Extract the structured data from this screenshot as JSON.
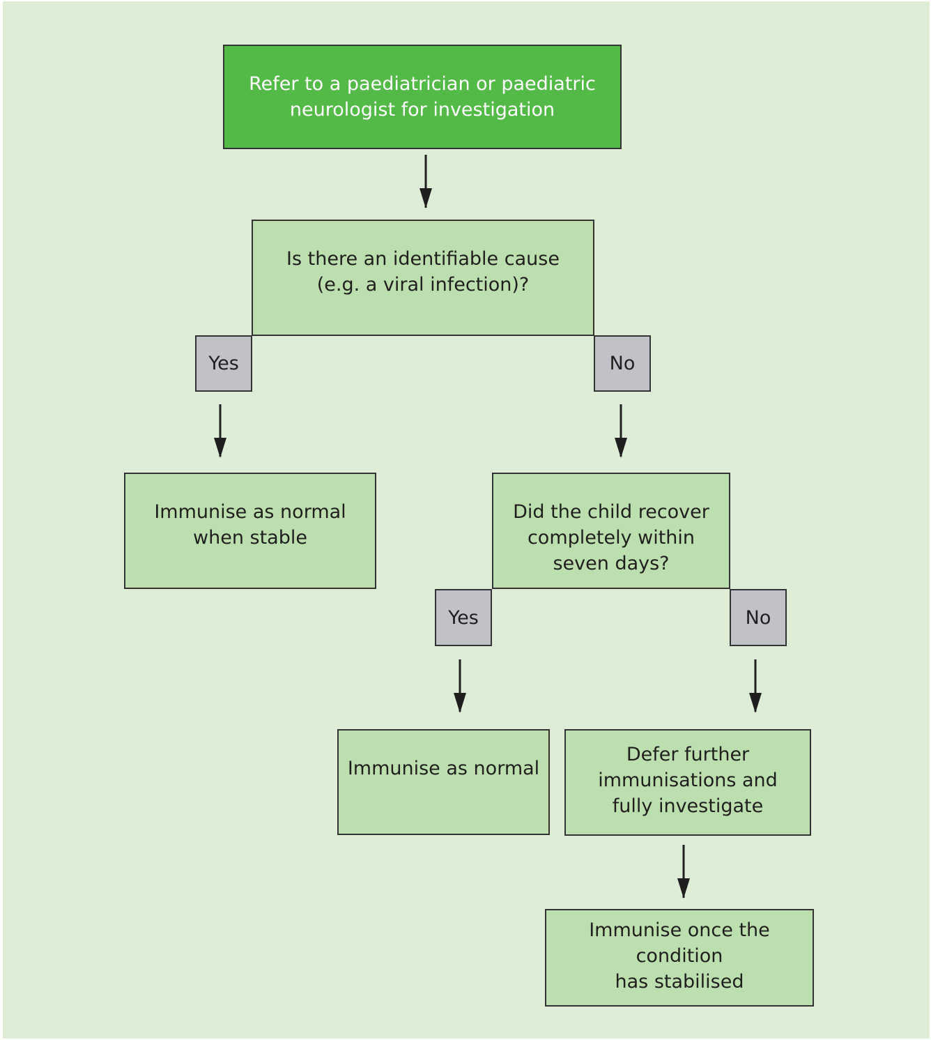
{
  "colors": {
    "background": "#deeed6",
    "start_box": "#53b947",
    "decision_box": "#bddeae",
    "answer_box": "#c1c2c8",
    "border": "#333333"
  },
  "nodes": {
    "refer": "Refer to a paediatrician or paediatric\nneurologist for investigation",
    "cause_question": "Is there an identifiable cause\n(e.g. a viral infection)?",
    "immunise_when_stable": "Immunise as normal\nwhen stable",
    "recover_question": "Did the child recover\ncompletely within\nseven days?",
    "immunise_as_normal": "Immunise as normal",
    "defer": "Defer further\nimmunisations and\nfully investigate",
    "immunise_stabilised": "Immunise once the\ncondition\nhas stabilised"
  },
  "answers": {
    "cause_yes": "Yes",
    "cause_no": "No",
    "recover_yes": "Yes",
    "recover_no": "No"
  }
}
